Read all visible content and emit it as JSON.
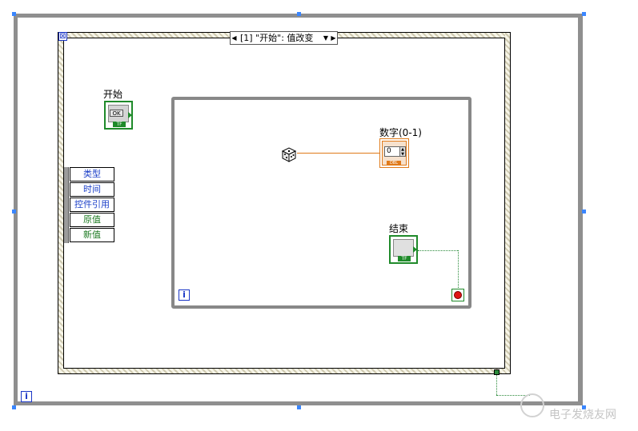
{
  "event_structure": {
    "case_selector": {
      "prev_arrow": "◀",
      "label": "[1] \"开始\": 值改变",
      "dropdown_arrow": "▼",
      "next_arrow": "▶"
    },
    "corner_icon": "⊠"
  },
  "start_button": {
    "label": "开始",
    "button_text": "OK",
    "type_tag": "TF"
  },
  "event_data_node": {
    "items": [
      {
        "text": "类型",
        "color": "blue"
      },
      {
        "text": "时间",
        "color": "blue"
      },
      {
        "text": "控件引用",
        "color": "blue"
      },
      {
        "text": "原值",
        "color": "green"
      },
      {
        "text": "新值",
        "color": "green"
      }
    ]
  },
  "numeric_indicator": {
    "label": "数字(0-1)",
    "value": "0",
    "type_tag": "DBL"
  },
  "stop_button": {
    "label": "结束",
    "type_tag": "TF"
  },
  "inner_loop": {
    "iteration_terminal": "i"
  },
  "outer_loop": {
    "iteration_terminal": "i"
  },
  "watermark": {
    "text": "电子发烧友网"
  },
  "colors": {
    "loop_border": "#8f8f8f",
    "boolean_wire": "#1f8a2a",
    "numeric_wire": "#e07a1a",
    "index_blue": "#1a36c6",
    "stop_red": "#e01515"
  }
}
